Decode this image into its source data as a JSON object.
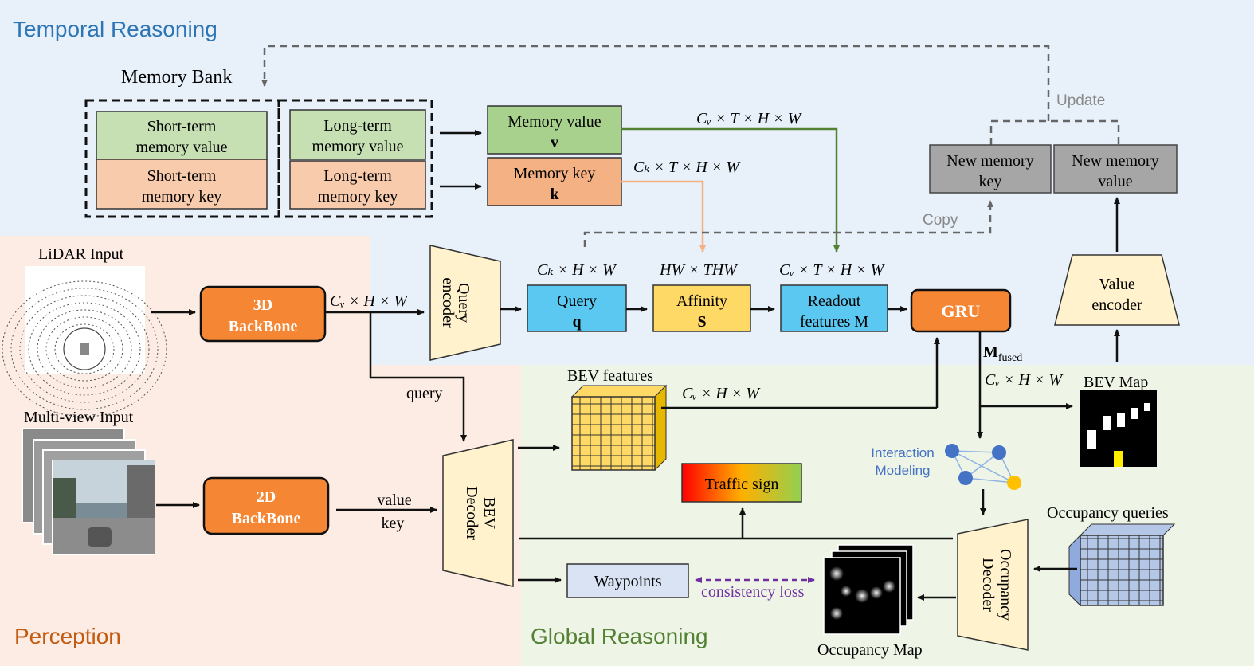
{
  "regions": {
    "temporal": "Temporal Reasoning",
    "perception": "Perception",
    "global": "Global Reasoning"
  },
  "memory_bank": {
    "title": "Memory Bank",
    "short_value": [
      "Short-term",
      "memory value"
    ],
    "short_key": [
      "Short-term",
      "memory key"
    ],
    "long_value": [
      "Long-term",
      "memory value"
    ],
    "long_key": [
      "Long-term",
      "memory key"
    ]
  },
  "memory_value": {
    "line1": "Memory value",
    "sym": "v",
    "dims": "Cᵥ × T × H × W"
  },
  "memory_key": {
    "line1": "Memory key",
    "sym": "k",
    "dims": "Cₖ × T × H × W"
  },
  "new_memory_key": [
    "New memory",
    "key"
  ],
  "new_memory_value": [
    "New memory",
    "value"
  ],
  "update_label": "Update",
  "copy_label": "Copy",
  "lidar": {
    "label": "LiDAR Input"
  },
  "backbone3d": [
    "3D",
    "BackBone"
  ],
  "backbone3d_dims": "Cᵥ × H × W",
  "query_encoder": [
    "Query",
    "encoder"
  ],
  "query": {
    "line1": "Query",
    "sym": "q",
    "dims": "Cₖ × H × W"
  },
  "affinity": {
    "line1": "Affinity",
    "sym": "S",
    "dims": "HW × THW"
  },
  "readout": {
    "line1": "Readout",
    "line2": "features M",
    "dims": "Cᵥ × T × H × W"
  },
  "gru": "GRU",
  "m_fused": {
    "main": "M",
    "sub": "fused",
    "dims": "Cᵥ × H × W"
  },
  "value_encoder": [
    "Value",
    "encoder"
  ],
  "bev_map": "BEV Map",
  "query_label": "query",
  "multiview": {
    "label": "Multi-view Input"
  },
  "backbone2d": [
    "2D",
    "BackBone"
  ],
  "value_key": [
    "value",
    "key"
  ],
  "bev_decoder": [
    "BEV",
    "Decoder"
  ],
  "bev_features": {
    "label": "BEV features",
    "dims": "Cᵥ × H × W"
  },
  "interaction": [
    "Interaction",
    "Modeling"
  ],
  "traffic_sign": "Traffic sign",
  "waypoints": "Waypoints",
  "consistency_loss": "consistency loss",
  "occupancy_queries": "Occupancy queries",
  "occupancy_decoder": [
    "Occupancy",
    "Decoder"
  ],
  "occupancy_map": "Occupancy Map",
  "colors": {
    "temporal_bg": "#e8f1fa",
    "perception_bg": "#fcece3",
    "global_bg": "#eef5e7",
    "temporal_title": "#2e75b6",
    "perception_title": "#c55a11",
    "global_title": "#548235",
    "green_box": "#c6e0b4",
    "orange_box": "#f8cbad",
    "mem_value": "#a9d18e",
    "mem_key": "#f4b183",
    "backbone": "#f58634",
    "cyan": "#5ac8f0",
    "yellow": "#ffd966",
    "trapezoid": "#fff2cc",
    "gray_box": "#a6a6a6",
    "waypoints": "#dae3f3",
    "interaction_text": "#4472c4",
    "consistency": "#7030a0",
    "green_arrow": "#548235",
    "orange_arrow": "#f4b183"
  }
}
